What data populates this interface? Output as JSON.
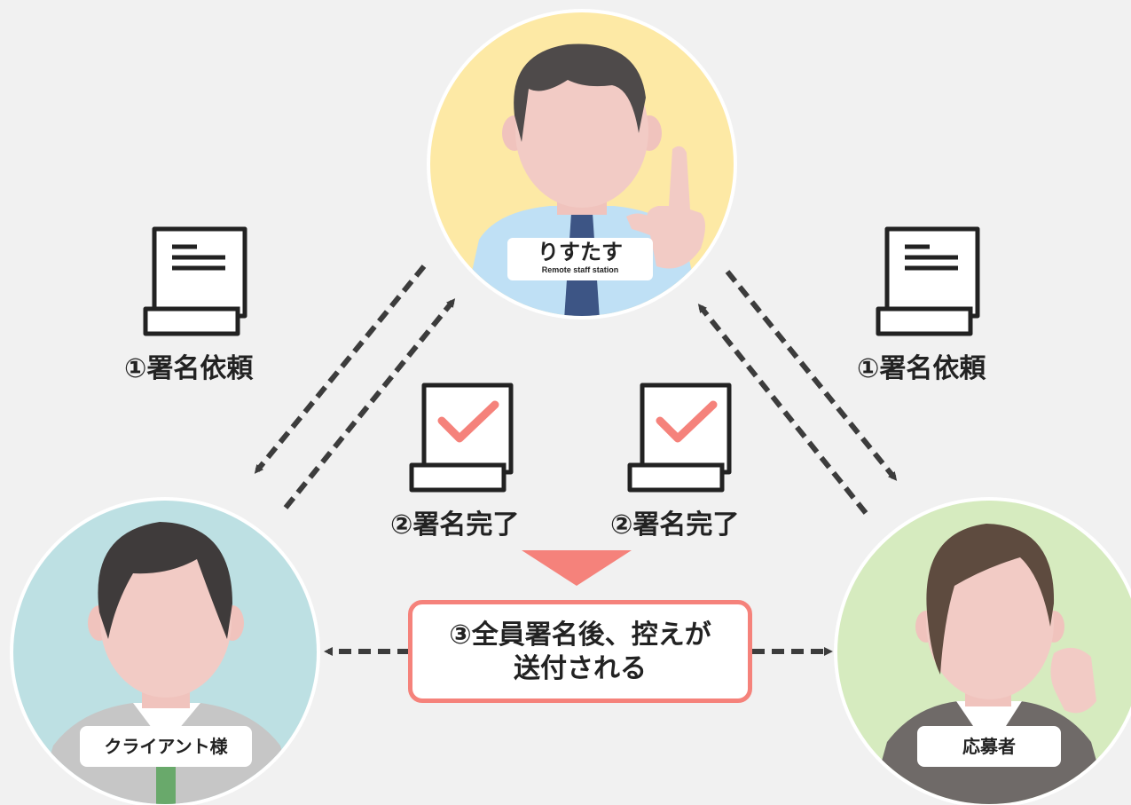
{
  "diagram": {
    "center_actor": {
      "logo_text": "りすたす",
      "logo_subtext": "Remote staff station"
    },
    "left_actor": {
      "label": "クライアント様"
    },
    "right_actor": {
      "label": "応募者"
    },
    "steps": {
      "request_left": "①署名依頼",
      "request_right": "①署名依頼",
      "complete_left": "②署名完了",
      "complete_right": "②署名完了",
      "final_line1": "③全員署名後、控えが",
      "final_line2": "送付される"
    },
    "colors": {
      "background": "#f1f1f1",
      "center_circle": "#fde9a5",
      "left_circle": "#bde0e3",
      "right_circle": "#d6ebbf",
      "accent": "#f5827b",
      "arrow": "#3c3c3c"
    }
  }
}
